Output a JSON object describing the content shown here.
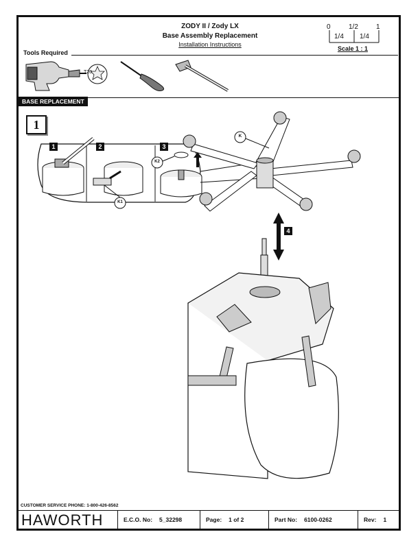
{
  "header": {
    "title": "ZODY II / Zody LX",
    "subtitle": "Base Assembly Replacement",
    "doc_type": "Installation Instructions",
    "scale_labels": {
      "zero": "0",
      "half": "1/2",
      "one": "1",
      "quarter_left": "1/4",
      "quarter_right": "1/4"
    },
    "scale_text": "Scale 1 : 1"
  },
  "tools": {
    "heading": "Tools Required",
    "bit_label": "T20",
    "items": [
      "drill-icon",
      "screwdriver-icon",
      "hammer-icon"
    ]
  },
  "section": {
    "label": "BASE REPLACEMENT",
    "step_number": "1"
  },
  "diagram": {
    "step_labels": [
      "1",
      "2",
      "3",
      "4"
    ],
    "callouts": {
      "k": "K",
      "k1": "K1",
      "k2": "K2"
    }
  },
  "footer": {
    "phone": "CUSTOMER SERVICE PHONE: 1-800-426-8562",
    "brand": "HAWORTH",
    "eco_label": "E.C.O. No:",
    "eco_value": "5_32298",
    "page_label": "Page:",
    "page_value": "1 of 2",
    "part_label": "Part No:",
    "part_value": "6100-0262",
    "rev_label": "Rev:",
    "rev_value": "1"
  }
}
